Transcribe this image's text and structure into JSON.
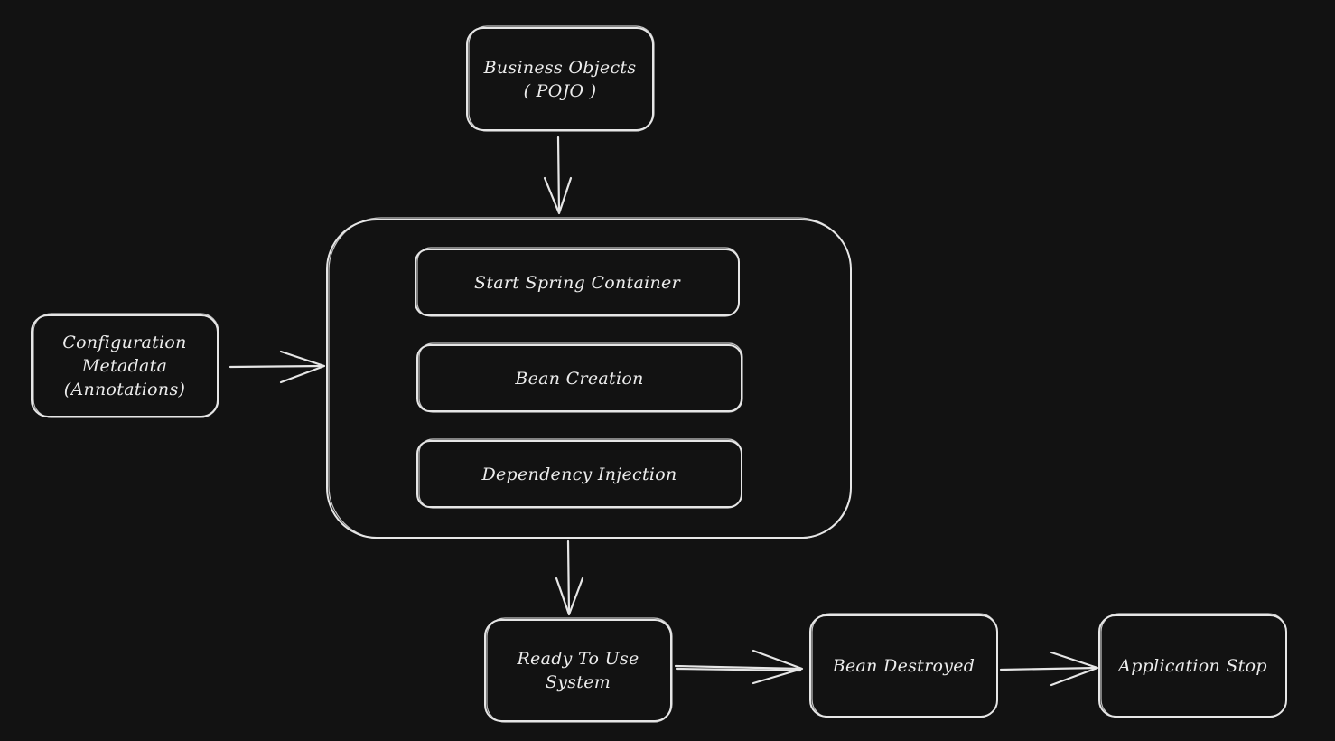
{
  "nodes": {
    "business_objects": "Business Objects\n( POJO )",
    "config_metadata": "Configuration\nMetadata\n(Annotations)",
    "start_container": "Start Spring Container",
    "bean_creation": "Bean Creation",
    "dependency_injection": "Dependency Injection",
    "ready_to_use": "Ready To Use\nSystem",
    "bean_destroyed": "Bean Destroyed",
    "application_stop": "Application Stop"
  },
  "colors": {
    "background": "#121212",
    "stroke": "#e6e6e6",
    "text": "#ececec"
  }
}
